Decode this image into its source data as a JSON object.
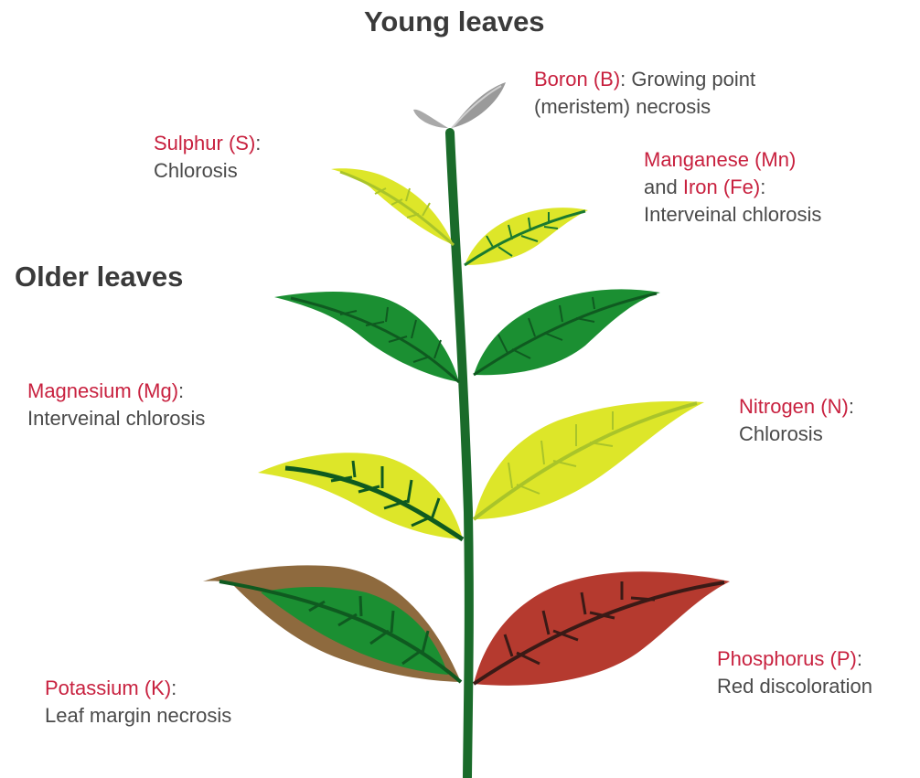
{
  "colors": {
    "stem": "#1a6b2a",
    "green_leaf": "#1b8f32",
    "green_vein": "#0f5a20",
    "yellow_leaf": "#dde629",
    "yellow_vein": "#a9c42a",
    "red_leaf": "#b53a2f",
    "red_vein": "#3a1a16",
    "brown_margin": "#8e6a3e",
    "bud": "#a9a9a9",
    "element_text": "#c8213f",
    "body_text": "#4a4a4a"
  },
  "headings": {
    "young": "Young leaves",
    "older": "Older leaves"
  },
  "labels": {
    "boron": {
      "element": "Boron (B)",
      "suffix": ":",
      "rest": " Growing point",
      "line2": "(meristem) necrosis"
    },
    "sulphur": {
      "element": "Sulphur (S)",
      "suffix": ":",
      "line2": "Chlorosis"
    },
    "manganese": {
      "element": "Manganese (Mn)",
      "and": "and ",
      "element2": "Iron (Fe)",
      "suffix": ":",
      "line3": "Interveinal chlorosis"
    },
    "magnesium": {
      "element": "Magnesium (Mg)",
      "suffix": ":",
      "line2": "Interveinal chlorosis"
    },
    "nitrogen": {
      "element": "Nitrogen (N)",
      "suffix": ":",
      "line2": "Chlorosis"
    },
    "potassium": {
      "element": "Potassium (K)",
      "suffix": ":",
      "line2": "Leaf margin necrosis"
    },
    "phosphorus": {
      "element": "Phosphorus (P)",
      "suffix": ":",
      "line2": "Red discoloration"
    }
  }
}
